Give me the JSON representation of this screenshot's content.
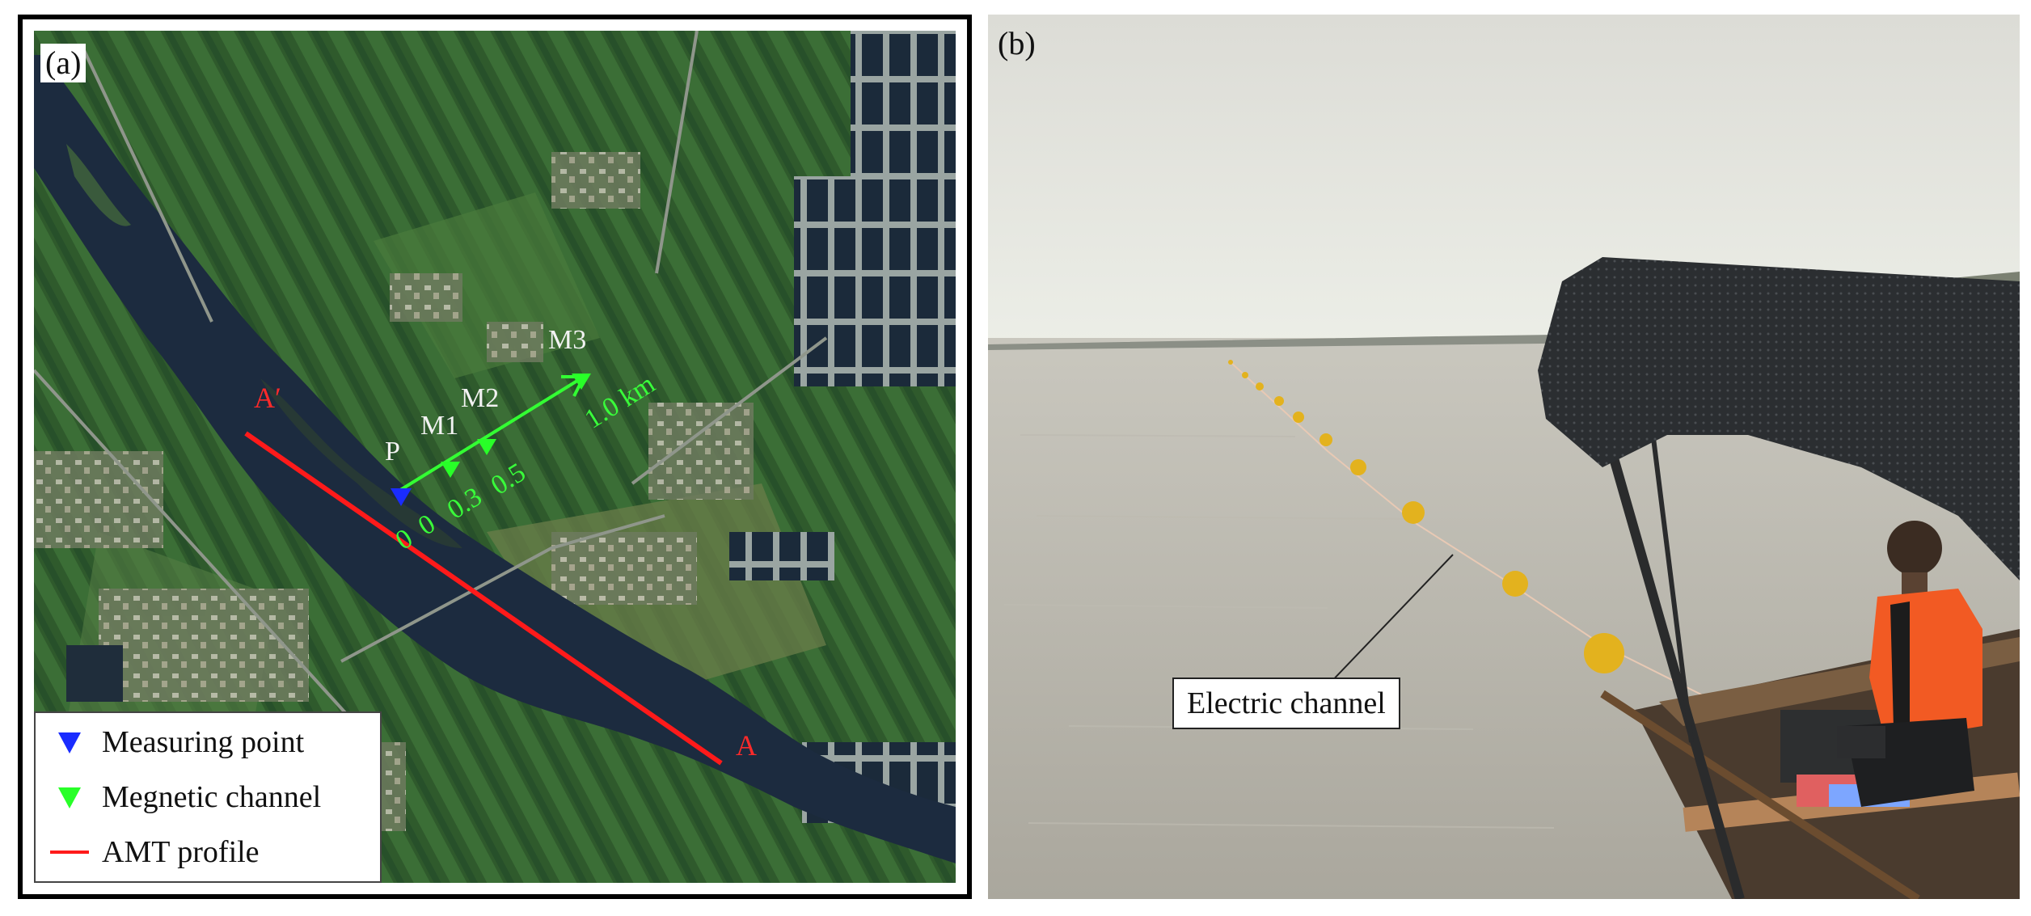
{
  "panels": {
    "a": {
      "label": "(a)",
      "points": {
        "p": "P",
        "m1": "M1",
        "m2": "M2",
        "m3": "M3"
      },
      "profile_ends": {
        "start": "A",
        "end": "A′"
      },
      "distance_ticks": [
        "0",
        "0",
        "0.3",
        "0.5",
        "1.0 km"
      ],
      "legend": [
        {
          "label": "Measuring point",
          "color": "#1a2cff",
          "icon": "blue-triangle-icon"
        },
        {
          "label": "Megnetic channel",
          "color": "#28ff28",
          "icon": "green-triangle-icon"
        },
        {
          "label": "AMT profile",
          "color": "#ff1a1a",
          "icon": "red-line-icon"
        }
      ]
    },
    "b": {
      "label": "(b)",
      "annotation": "Electric channel"
    }
  }
}
